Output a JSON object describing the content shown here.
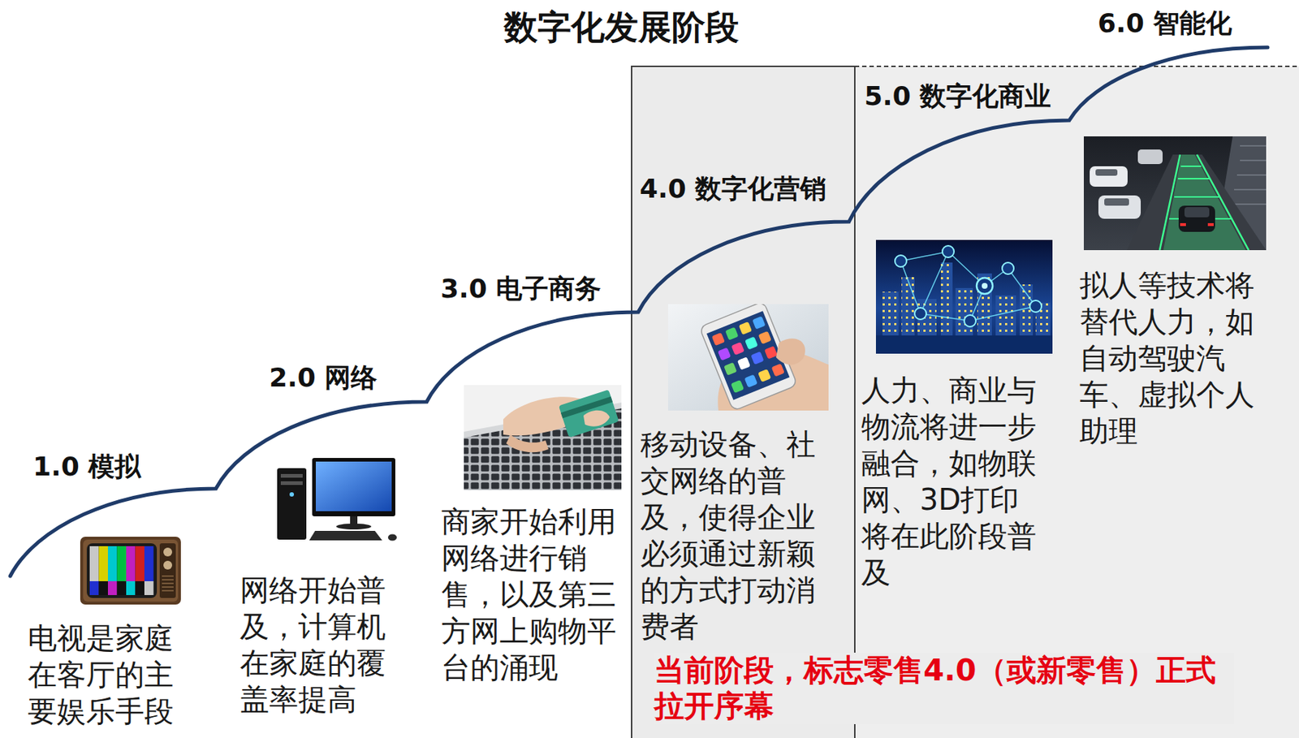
{
  "diagram": {
    "title": "数字化发展阶段",
    "nodes": [
      {
        "text": [
          "1.0 模拟",
          "电视是家庭在客厅的主要娱乐手段"
        ]
      },
      {
        "text": [
          "2.0 网络",
          "网络开始普及，计算机在家庭的覆盖率提高"
        ]
      },
      {
        "text": [
          "3.0 电子商务",
          "商家开始利用网络进行销售，以及第三方网上购物平台的涌现"
        ]
      },
      {
        "text": [
          "4.0 数字化营销",
          "移动设备、社交网络的普及，使得企业必须通过新颖的方式打动消费者"
        ]
      },
      {
        "text": [
          "5.0 数字化商业",
          "人力、商业与物流将进一步融合，如物联网、3D打印将在此阶段普及"
        ]
      },
      {
        "text": [
          "6.0 智能化",
          "拟人等技术将替代人力，如自动驾驶汽车、虚拟个人助理"
        ]
      }
    ],
    "labels": [
      "当前阶段，标志零售4.0（或新零售）正式拉开序幕"
    ]
  }
}
